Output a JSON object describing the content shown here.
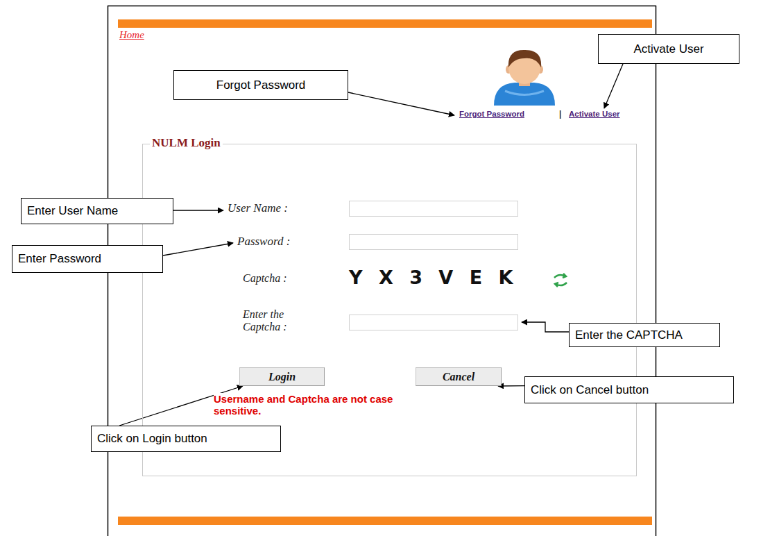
{
  "diagram": {
    "nodes": [
      {
        "text": [
          "Forgot Password"
        ]
      },
      {
        "text": [
          "Activate User"
        ]
      },
      {
        "text": [
          "NULM Login"
        ]
      },
      {
        "text": [
          "Enter User Name"
        ]
      },
      {
        "text": [
          "Enter Password"
        ]
      },
      {
        "text": [
          "Enter the CAPTCHA"
        ]
      },
      {
        "text": [
          "Login"
        ],
        "in": 2
      },
      {
        "text": [
          "Cancel"
        ],
        "in": 2
      },
      {
        "text": [
          "Click on Cancel button"
        ]
      },
      {
        "text": [
          "Click on Login button"
        ]
      }
    ],
    "edges": [
      {
        "from": 8,
        "to": 7,
        "arrow": "to"
      },
      {
        "from": 9,
        "to": 6,
        "arrow": "to"
      }
    ],
    "labels": [
      "Home",
      "Forgot Password",
      "|",
      "Activate User",
      "User Name :",
      "Password :",
      "Captcha :",
      "Y X 3 V E K",
      "Enter the Captcha :",
      "Username and Captcha are not case sensitive."
    ]
  }
}
